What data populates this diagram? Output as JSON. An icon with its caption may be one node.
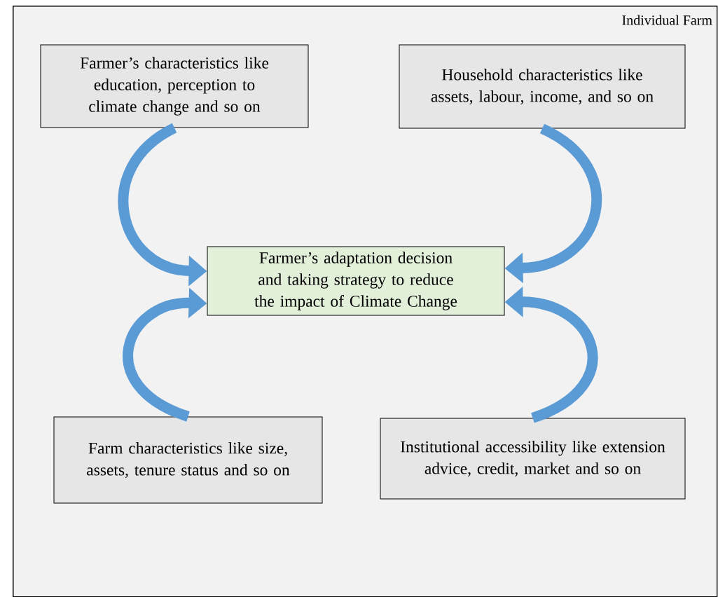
{
  "diagram": {
    "nodes": [
      {
        "text": [
          "Individual Farm"
        ]
      },
      {
        "text": [
          "Farmer’s characteristics like education, perception to climate change and so on"
        ],
        "in": 0
      },
      {
        "text": [
          "Household characteristics like assets, labour, income, and so on"
        ],
        "in": 0
      },
      {
        "text": [
          "Farmer’s adaptation decision and taking strategy to reduce the impact of Climate Change"
        ],
        "in": 0
      },
      {
        "text": [
          "Farm characteristics like size, assets, tenure status and so on"
        ],
        "in": 0
      },
      {
        "text": [
          "Institutional accessibility like extension advice, credit, market and so on"
        ],
        "in": 0
      }
    ],
    "edges": [
      {
        "from": 1,
        "to": 3,
        "arrow": "to"
      },
      {
        "from": 2,
        "to": 3,
        "arrow": "to"
      },
      {
        "from": 4,
        "to": 3,
        "arrow": "to"
      },
      {
        "from": 5,
        "to": 3,
        "arrow": "to"
      }
    ]
  }
}
